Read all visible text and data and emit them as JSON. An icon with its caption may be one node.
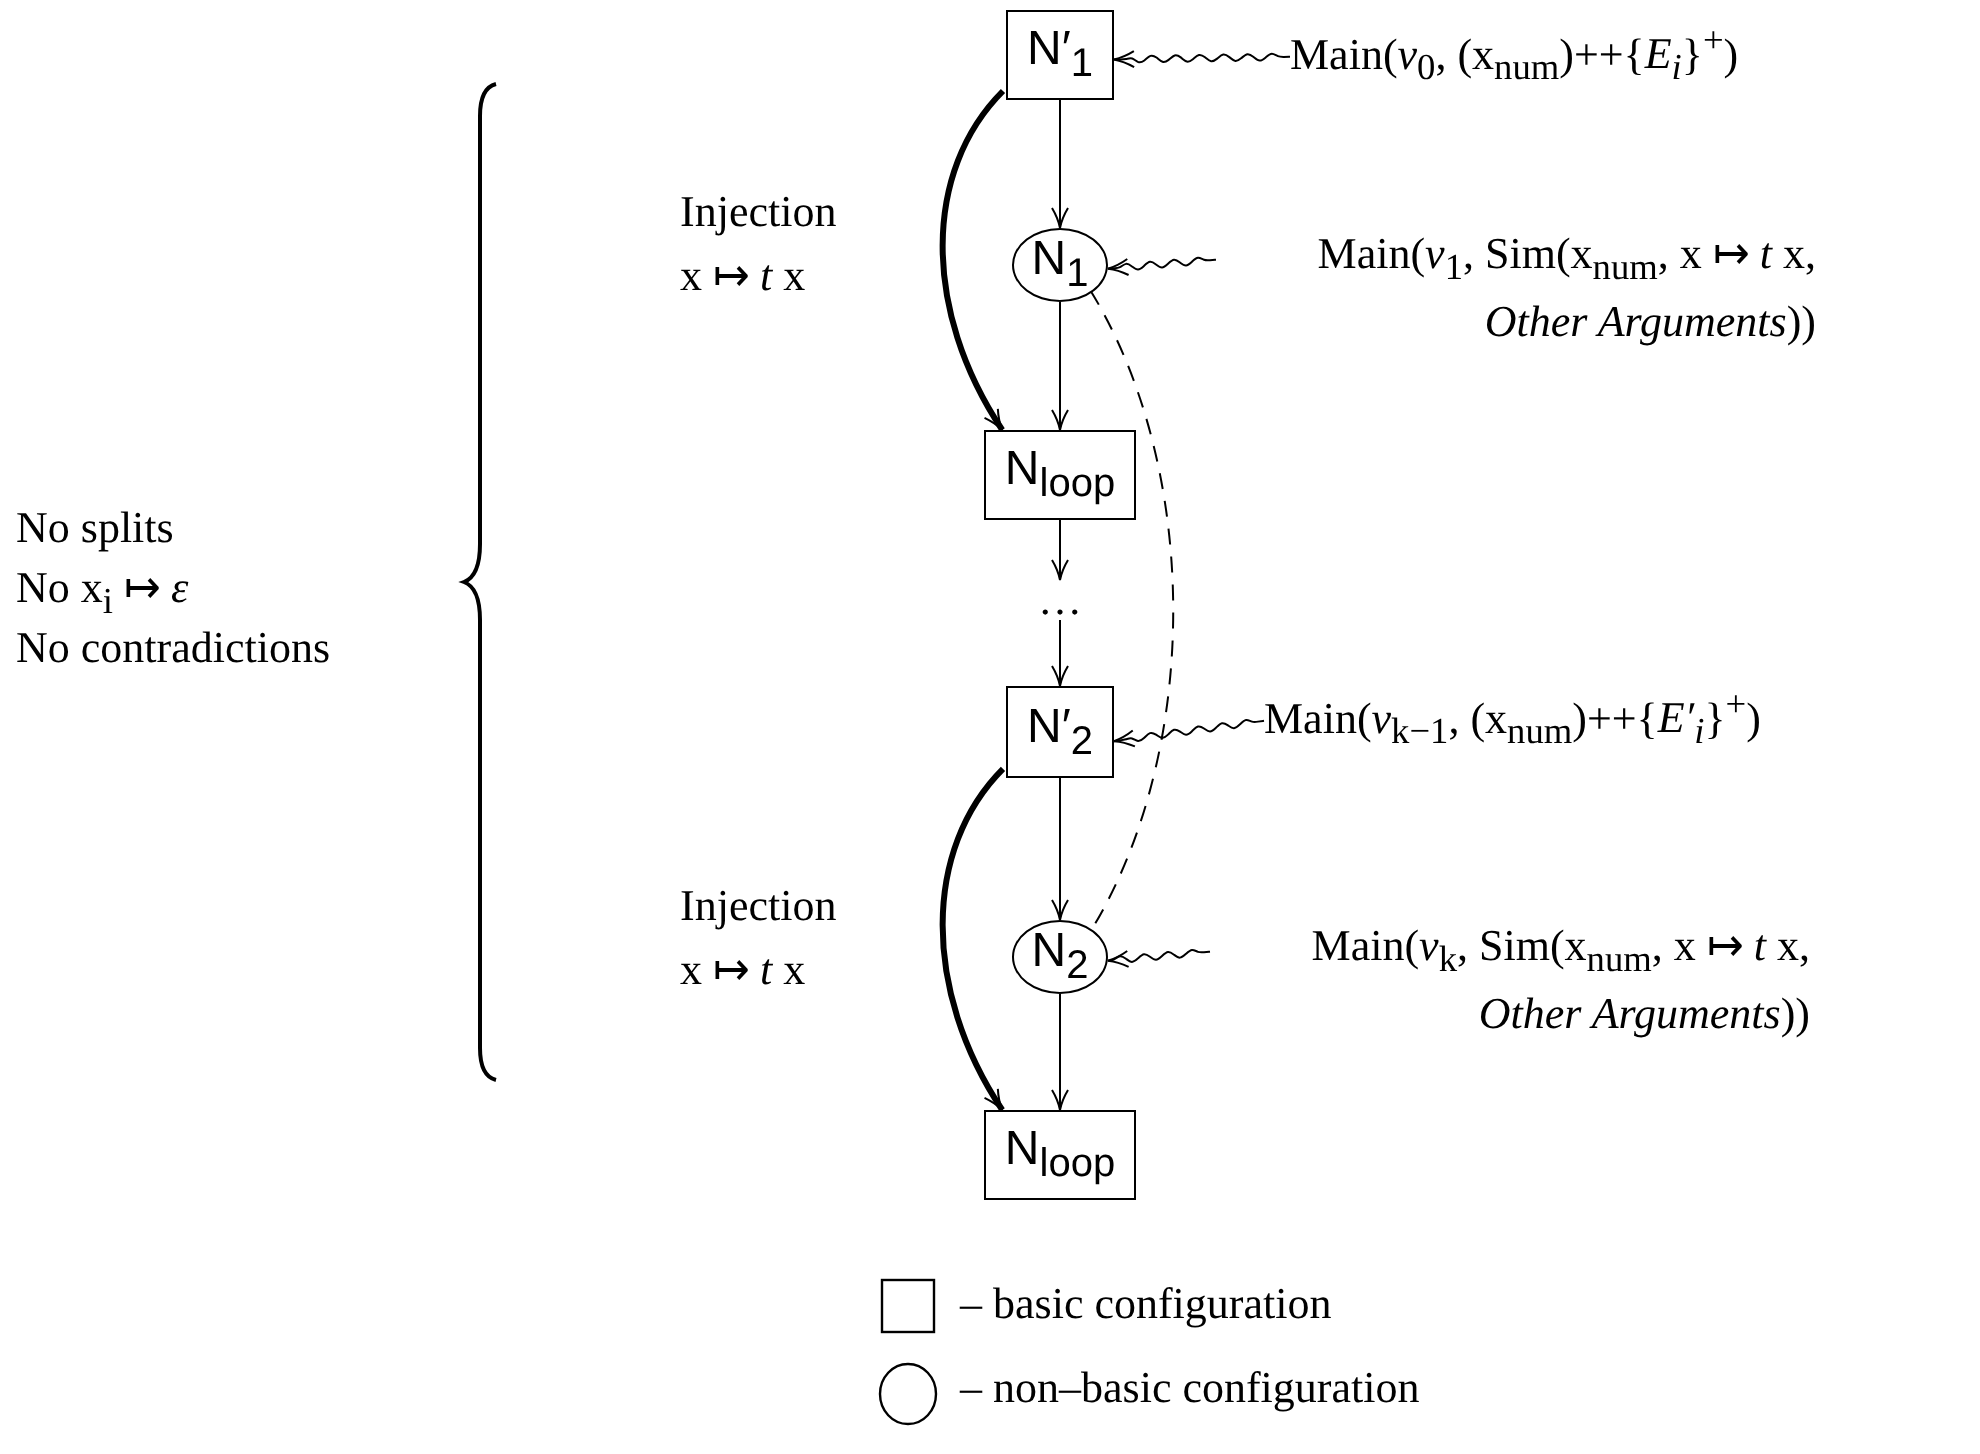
{
  "diagram": {
    "nodes": [
      {
        "text": [
          "N′$_{1}$"
        ]
      },
      {
        "text": [
          "N$_{1}$"
        ]
      },
      {
        "text": [
          "N$_{loop}$"
        ]
      },
      {
        "text": [
          "…"
        ]
      },
      {
        "text": [
          "N′$_{2}$"
        ]
      },
      {
        "text": [
          "N$_{2}$"
        ]
      },
      {
        "text": [
          "N$_{loop}$"
        ]
      },
      {
        "text": [
          "Main(*v*$_{0}$, (x$_{num}$)++{*E$_{i}$*}$^{+}$)"
        ]
      },
      {
        "text": [
          "Main(*v*$_{1}$, Sim(x$_{num}$, x ↦ *t* x, *Other Arguments*))"
        ]
      },
      {
        "text": [
          "Main(*v*$_{k−1}$, (x$_{num}$)++{*E′$_{i}$*}$^{+}$)"
        ]
      },
      {
        "text": [
          "Main(*v*$_{k}$, Sim(x$_{num}$, x ↦ *t* x, *Other Arguments*))"
        ]
      }
    ],
    "edges": [
      {
        "from": 7,
        "to": 0,
        "arrow": "to"
      },
      {
        "from": 0,
        "to": 1,
        "arrow": "to"
      },
      {
        "from": 0,
        "to": 2,
        "arrow": "to",
        "style": "thick",
        "label": "Injection x ↦ *t* x"
      },
      {
        "from": 8,
        "to": 1,
        "arrow": "to"
      },
      {
        "from": 1,
        "to": 2,
        "arrow": "to"
      },
      {
        "from": 1,
        "to": 5,
        "arrow": "none",
        "style": "dashed"
      },
      {
        "from": 2,
        "to": 3,
        "arrow": "to"
      },
      {
        "from": 3,
        "to": 4,
        "arrow": "to"
      },
      {
        "from": 9,
        "to": 4,
        "arrow": "to"
      },
      {
        "from": 4,
        "to": 5,
        "arrow": "to"
      },
      {
        "from": 4,
        "to": 6,
        "arrow": "to",
        "style": "thick",
        "label": "Injection x ↦ *t* x"
      },
      {
        "from": 10,
        "to": 5,
        "arrow": "to"
      },
      {
        "from": 5,
        "to": 6,
        "arrow": "to"
      }
    ],
    "labels": [
      "No splits",
      "No x$_{i}$ ↦ *ε*",
      "No contradictions"
    ],
    "legend": [
      {
        "text": "– basic configuration"
      },
      {
        "text": "– non–basic configuration"
      }
    ]
  }
}
